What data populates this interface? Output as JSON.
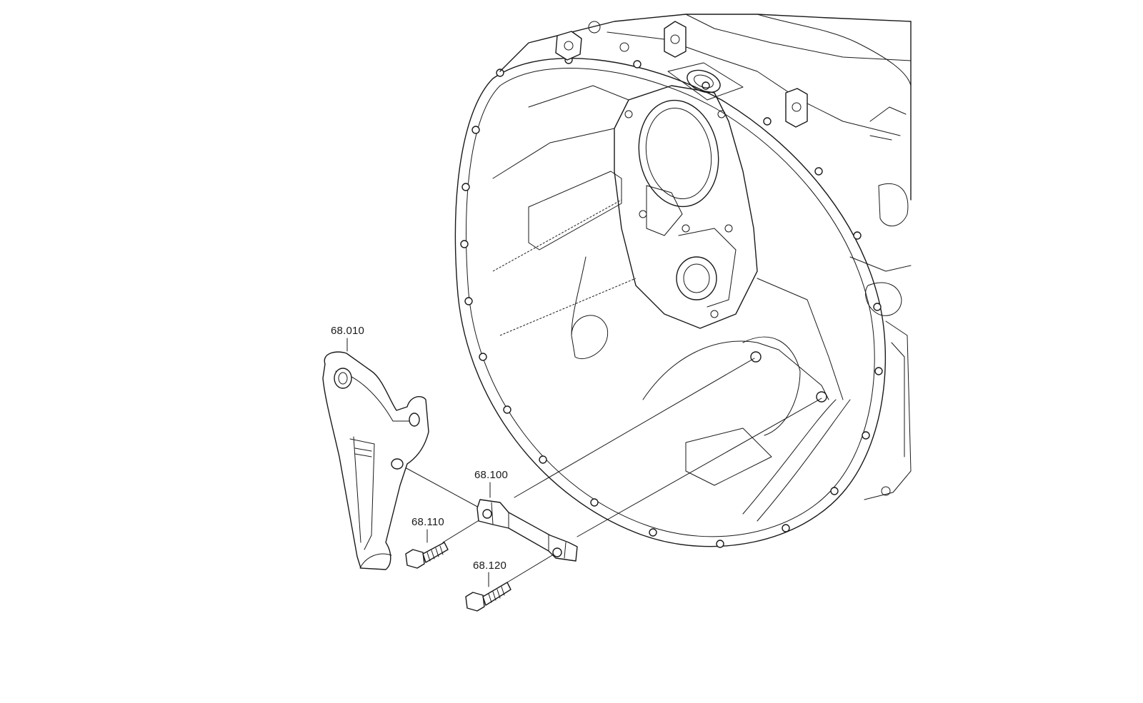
{
  "callouts": {
    "part_68_010": "68.010",
    "part_68_100": "68.100",
    "part_68_110": "68.110",
    "part_68_120": "68.120"
  },
  "parts": [
    {
      "ref": "68.010",
      "icon": "release-fork-icon"
    },
    {
      "ref": "68.100",
      "icon": "pivot-shaft-icon"
    },
    {
      "ref": "68.110",
      "icon": "hex-bolt-icon"
    },
    {
      "ref": "68.120",
      "icon": "hex-bolt-icon"
    }
  ],
  "line_color": "#1a1a1a",
  "background_color": "#ffffff"
}
